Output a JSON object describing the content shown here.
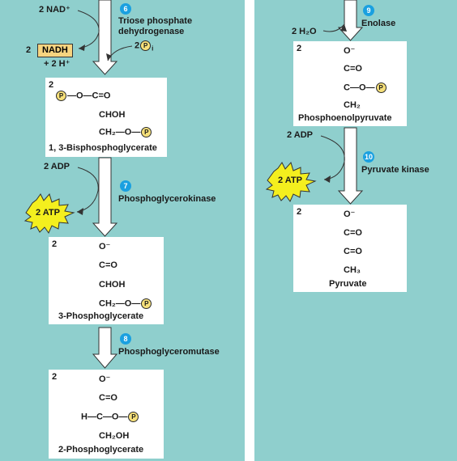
{
  "colors": {
    "panel": "#8fcfcd",
    "box": "#ffffff",
    "step_badge": "#1aa0e0",
    "nadh": "#f7d480",
    "burst": "#f4ef1e",
    "phosphate": "#f6e07a"
  },
  "steps": {
    "s6": {
      "num": "6",
      "name_line1": "Triose phosphate",
      "name_line2": "dehydrogenase"
    },
    "s7": {
      "num": "7",
      "name": "Phosphoglycerokinase"
    },
    "s8": {
      "num": "8",
      "name": "Phosphoglyceromutase"
    },
    "s9": {
      "num": "9",
      "name": "Enolase"
    },
    "s10": {
      "num": "10",
      "name": "Pyruvate kinase"
    }
  },
  "side": {
    "nad": "2 NAD⁺",
    "nadh_coef": "2",
    "nadh": "NADH",
    "h": "+ 2 H⁺",
    "pi_coef": "2",
    "pi_sub": "i",
    "adp1": "2 ADP",
    "atp1": "2 ATP",
    "h2o": "2 H₂O",
    "adp2": "2 ADP",
    "atp2": "2 ATP"
  },
  "molecules": {
    "m1": {
      "coef": "2",
      "l1_a": "—O—C=O",
      "l2": "CHOH",
      "l3": "CH₂—O—",
      "name": "1, 3-Bisphosphoglycerate"
    },
    "m2": {
      "coef": "2",
      "l1": "O⁻",
      "l2": "C=O",
      "l3": "CHOH",
      "l4": "CH₂—O—",
      "name": "3-Phosphoglycerate"
    },
    "m3": {
      "coef": "2",
      "l1": "O⁻",
      "l2": "C=O",
      "l3": "H—C—O—",
      "l4": "CH₂OH",
      "name": "2-Phosphoglycerate"
    },
    "m4": {
      "coef": "2",
      "l1": "O⁻",
      "l2": "C=O",
      "l3": "C—O—",
      "l4": "CH₂",
      "name": "Phosphoenolpyruvate"
    },
    "m5": {
      "coef": "2",
      "l1": "O⁻",
      "l2": "C=O",
      "l3": "C=O",
      "l4": "CH₃",
      "name": "Pyruvate"
    }
  },
  "phosphate_label": "P"
}
